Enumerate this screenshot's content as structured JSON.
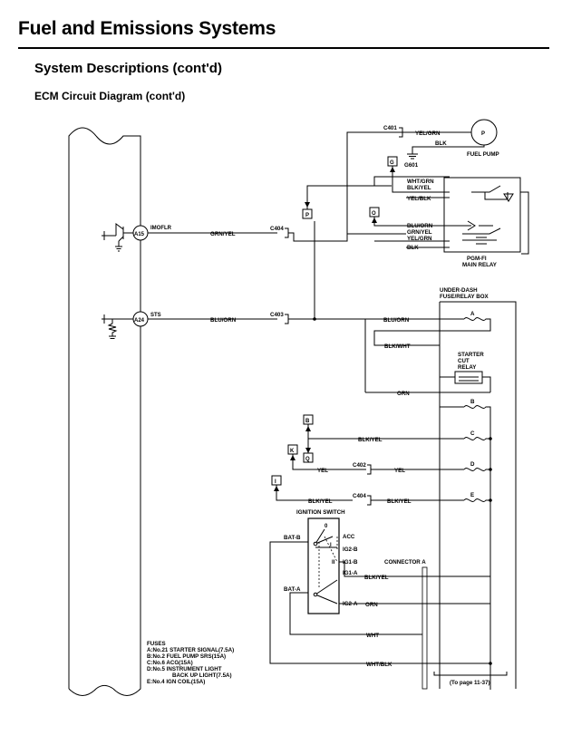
{
  "header": {
    "title": "Fuel and Emissions Systems",
    "subtitle": "System Descriptions (cont'd)",
    "section": "ECM Circuit Diagram (cont'd)"
  },
  "ecm": {
    "terminals": [
      {
        "pin": "A15",
        "signal": "IMOFLR"
      },
      {
        "pin": "A24",
        "signal": "STS"
      }
    ]
  },
  "connectors": [
    "C401",
    "C404",
    "C403",
    "C402",
    "C404"
  ],
  "wires": {
    "grn_yel": "GRN/YEL",
    "blu_orn": "BLU/ORN",
    "yel_grn": "YEL/GRN",
    "blk": "BLK",
    "wht_grn": "WHT/GRN",
    "blk_yel": "BLK/YEL",
    "yel_blk": "YEL/BLK",
    "blk_wht": "BLK/WHT",
    "orn": "ORN",
    "yel": "YEL",
    "wht": "WHT",
    "wht_blk": "WHT/BLK"
  },
  "components": {
    "fuel_pump": "FUEL PUMP",
    "fuel_pump_symbol": "P",
    "ground": "G601",
    "relay": [
      "PGM-FI",
      "MAIN RELAY"
    ],
    "fuse_box": [
      "UNDER-DASH",
      "FUSE/RELAY BOX"
    ],
    "starter_relay": [
      "STARTER",
      "CUT",
      "RELAY"
    ],
    "ignition_switch": "IGNITION SWITCH",
    "connector_a": "CONNECTOR A",
    "to_page": "(To page 11-37)"
  },
  "refs": [
    "G",
    "P",
    "O",
    "B",
    "K",
    "Q",
    "I"
  ],
  "fuse_letters": [
    "A",
    "B",
    "C",
    "D",
    "E"
  ],
  "switch": {
    "positions": [
      "0",
      "I",
      "II"
    ],
    "terminals": [
      "ACC",
      "IG2-B",
      "IG1-B",
      "IG1-A",
      "IG2-A",
      "BAT-B",
      "BAT-A"
    ]
  },
  "fuses": {
    "title": "FUSES",
    "lines": [
      "A:No.21 STARTER SIGNAL(7.5A)",
      "B:No.2 FUEL PUMP SRS(15A)",
      "C:No.6 ACG(15A)",
      "D:No.5 INSTRUMENT LIGHT",
      "BACK UP LIGHT(7.5A)",
      "E:No.4 IGN COIL(15A)"
    ]
  }
}
